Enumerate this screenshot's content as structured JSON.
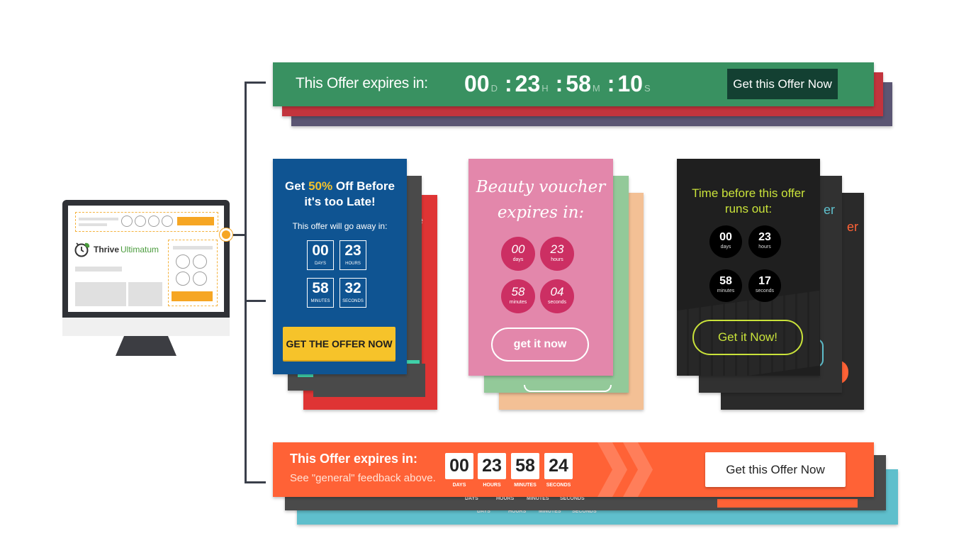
{
  "monitor": {
    "logo_word1": "Thrive",
    "logo_word2": "Ultimatum"
  },
  "top_ribbon": {
    "title": "This Offer expires in:",
    "days": "00",
    "days_unit": "D",
    "hours": "23",
    "hours_unit": "H",
    "minutes": "58",
    "minutes_unit": "M",
    "seconds": "10",
    "seconds_unit": "S",
    "button": "Get this Offer Now",
    "colors": {
      "front": "#399161",
      "middle": "#c2343d",
      "back": "#5b5673"
    }
  },
  "blue_card": {
    "title_prefix": "Get ",
    "title_highlight": "50%",
    "title_rest": " Off Before",
    "title_line2": "it's too Late!",
    "subtitle": "This offer will go away in:",
    "timer": [
      {
        "value": "00",
        "label": "DAYS"
      },
      {
        "value": "23",
        "label": "HOURS"
      },
      {
        "value": "58",
        "label": "MINUTES"
      },
      {
        "value": "32",
        "label": "SECONDS"
      }
    ],
    "button": "GET THE OFFER NOW",
    "peek_text_1": "e",
    "peek_text_2": "e",
    "colors": {
      "front": "#0f5492",
      "highlight": "#f6c32a",
      "back": "#df3434"
    }
  },
  "pink_card": {
    "title_line1": "Beauty voucher",
    "title_line2": "expires in:",
    "timer": [
      {
        "value": "00",
        "label": "days"
      },
      {
        "value": "23",
        "label": "hours"
      },
      {
        "value": "58",
        "label": "minutes"
      },
      {
        "value": "04",
        "label": "seconds"
      }
    ],
    "button": "get it now",
    "colors": {
      "front": "#e387ab",
      "circle": "#cc2f63",
      "middle": "#93c999",
      "back": "#f3c095"
    }
  },
  "dark_card": {
    "title_line1": "Time before this offer",
    "title_line2": "runs out:",
    "timer": [
      {
        "value": "00",
        "label": "days"
      },
      {
        "value": "23",
        "label": "hours"
      },
      {
        "value": "58",
        "label": "minutes"
      },
      {
        "value": "17",
        "label": "seconds"
      }
    ],
    "button": "Get it Now!",
    "peek_text_1": "er",
    "peek_text_2": "er",
    "colors": {
      "accent": "#c9e23a",
      "peek": "#ff6236"
    }
  },
  "bottom_ribbon": {
    "title": "This Offer expires in:",
    "subtitle": "See \"general\" feedback above.",
    "timer": [
      {
        "value": "00",
        "label": "DAYS"
      },
      {
        "value": "23",
        "label": "HOURS"
      },
      {
        "value": "58",
        "label": "MINUTES"
      },
      {
        "value": "24",
        "label": "SECONDS"
      }
    ],
    "button": "Get this Offer Now",
    "ghost_labels": [
      "DAYS",
      "HOURS",
      "MINUTES",
      "SECONDS"
    ],
    "colors": {
      "front": "#ff6236",
      "middle": "#4a4a4a",
      "back": "#5fbfcc"
    }
  }
}
